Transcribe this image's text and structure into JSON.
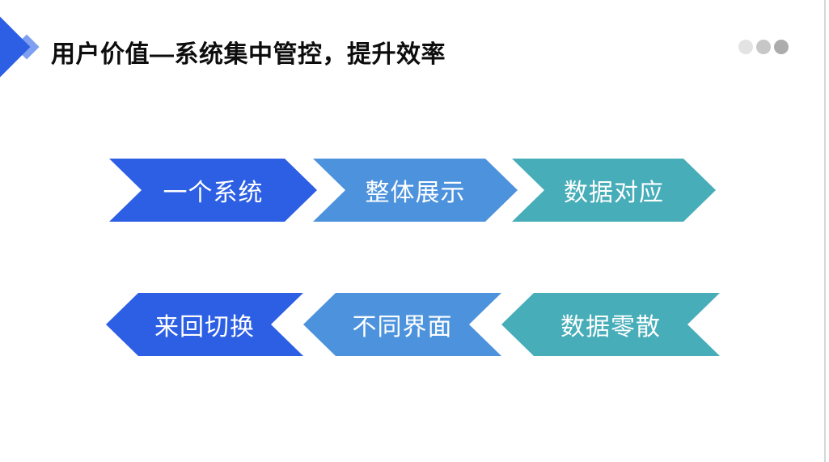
{
  "slide": {
    "title": "用户价值—系统集中管控，提升效率",
    "decor": {
      "big_diamond_color": "#2C5FE4",
      "small_diamond_color": "#7FA0F0"
    },
    "window_dots": [
      {
        "color": "#E3E3E3"
      },
      {
        "color": "#C7C7C7"
      },
      {
        "color": "#ACACAC"
      }
    ],
    "rows": [
      {
        "direction": "right",
        "items": [
          {
            "label": "一个系统",
            "color": "#2C5FE4"
          },
          {
            "label": "整体展示",
            "color": "#4C92DC"
          },
          {
            "label": "数据对应",
            "color": "#46ADB9"
          }
        ]
      },
      {
        "direction": "left",
        "items": [
          {
            "label": "来回切换",
            "color": "#2C5FE4"
          },
          {
            "label": "不同界面",
            "color": "#4C92DC"
          },
          {
            "label": "数据零散",
            "color": "#46ADB9"
          }
        ]
      }
    ],
    "edge_line_color": "#D4D7D4"
  }
}
